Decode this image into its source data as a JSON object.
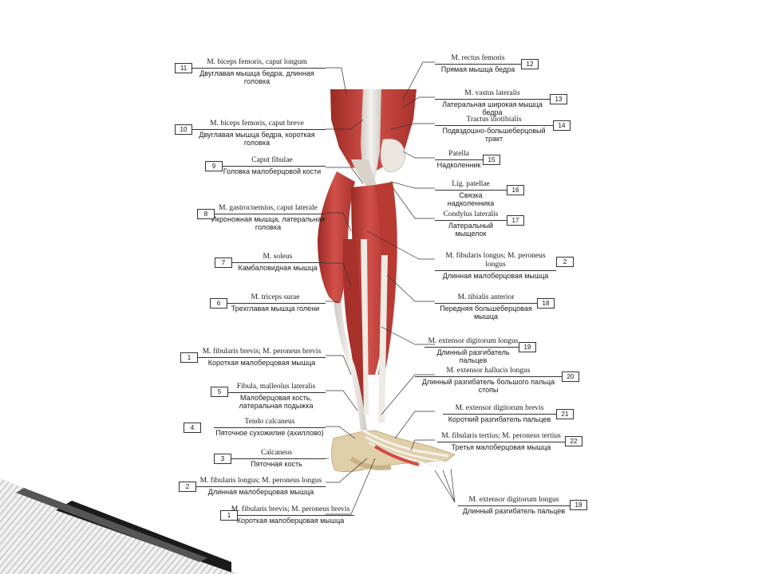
{
  "labels": {
    "l11": {
      "num": "11",
      "lat": "M. biceps femoris, caput longum",
      "rus": "Двуглавая мышца бедра, длинная головка"
    },
    "l10": {
      "num": "10",
      "lat": "M. biceps femoris, caput breve",
      "rus": "Двуглавая мышца бедра, короткая головка"
    },
    "l9": {
      "num": "9",
      "lat": "Caput fibulae",
      "rus": "Головка малоберцовой кости"
    },
    "l8": {
      "num": "8",
      "lat": "M. gastrocnemius, caput laterale",
      "rus": "Икроножная мышца, латеральная головка"
    },
    "l7": {
      "num": "7",
      "lat": "M. soleus",
      "rus": "Камбаловидная мышца"
    },
    "l6": {
      "num": "6",
      "lat": "M. triceps surae",
      "rus": "Трехглавая мышца голени"
    },
    "l1a": {
      "num": "1",
      "lat": "M. fibularis brevis; M. peroneus brevis",
      "rus": "Короткая малоберцовая мышца"
    },
    "l5": {
      "num": "5",
      "lat": "Fibula, malleolus lateralis",
      "rus": "Малоберцовая кость, латеральная подыжка"
    },
    "l4": {
      "num": "4",
      "lat": "Tendo calcaneus",
      "rus": "Пяточное сухожилие (ахиллово)"
    },
    "l3": {
      "num": "3",
      "lat": "Calcaneus",
      "rus": "Пяточная кость"
    },
    "l2a": {
      "num": "2",
      "lat": "M. fibularis longus; M. peroneus longus",
      "rus": "Длинная малоберцовая мышца"
    },
    "l1b": {
      "num": "1",
      "lat": "M. fibularis brevis; M. peroneus brevis",
      "rus": "Короткая малоберцовая мышца"
    },
    "l12": {
      "num": "12",
      "lat": "M. rectus femoris",
      "rus": "Прямая мышца бедра"
    },
    "l13": {
      "num": "13",
      "lat": "M. vastus lateralis",
      "rus": "Латеральная широкая мышца бедра"
    },
    "l14": {
      "num": "14",
      "lat": "Tractus iliotibialis",
      "rus": "Подвздошно-большеберцовый тракт"
    },
    "l15": {
      "num": "15",
      "lat": "Patella",
      "rus": "Надколенник"
    },
    "l16": {
      "num": "16",
      "lat": "Lig. patellae",
      "rus": "Связка надколенника"
    },
    "l17": {
      "num": "17",
      "lat": "Condylus lateralis",
      "rus": "Латеральный мыщелок"
    },
    "l2b": {
      "num": "2",
      "lat": "M. fibularis longus; M. peroneus longus",
      "rus": "Длинная малоберцовая мышца"
    },
    "l18": {
      "num": "18",
      "lat": "M. tibialis anterior",
      "rus": "Передняя большеберцовая мышца"
    },
    "l19a": {
      "num": "19",
      "lat": "M. extensor digitorum longus",
      "rus": "Длинный разгибатель пальцев"
    },
    "l20": {
      "num": "20",
      "lat": "M. extensor hallucis longus",
      "rus": "Длинный разгибатель большого пальца стопы"
    },
    "l21": {
      "num": "21",
      "lat": "M. extensor digitorum brevis",
      "rus": "Короткий разгибатель пальцев"
    },
    "l22": {
      "num": "22",
      "lat": "M. fibularis tertius; M. peroneus tertius",
      "rus": "Третья малоберцовая мышца"
    },
    "l19b": {
      "num": "19",
      "lat": "M. extensor digitorum longus",
      "rus": "Длинный разгибатель пальцев"
    }
  },
  "colors": {
    "muscle": "#c8403a",
    "muscle_dark": "#8e2420",
    "tendon": "#e6e2dc",
    "bone": "#e8d6b0",
    "line": "#333333"
  }
}
